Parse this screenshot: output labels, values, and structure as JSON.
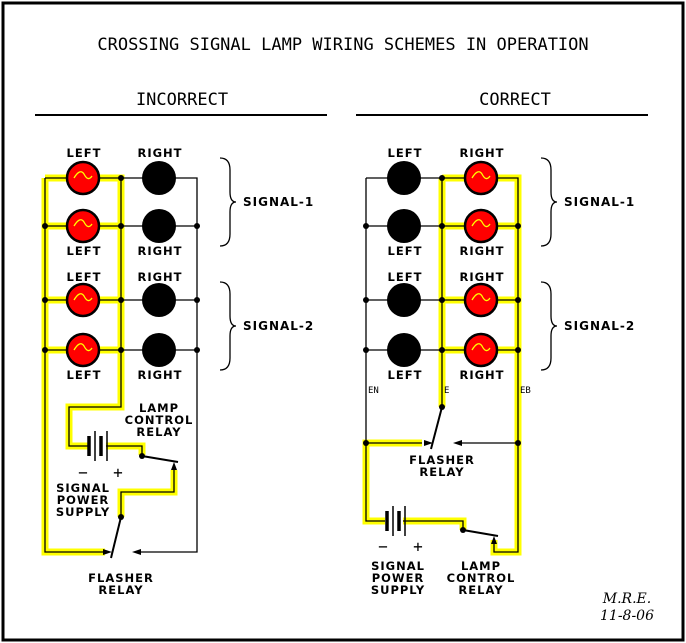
{
  "title": "CROSSING SIGNAL LAMP WIRING SCHEMES IN OPERATION",
  "colors": {
    "lit_lamp": "#ff0000",
    "dark_lamp": "#000000",
    "energized_wire": "#ffff00",
    "wire": "#000000",
    "background": "#ffffff"
  },
  "panels": [
    {
      "heading": "INCORRECT",
      "lamp_labels_top": [
        "LEFT",
        "RIGHT"
      ],
      "lamp_labels_mid": [
        "LEFT",
        "RIGHT"
      ],
      "lamp_labels_mid2": [
        "LEFT",
        "RIGHT"
      ],
      "lamp_labels_bottom": [
        "LEFT",
        "RIGHT"
      ],
      "lit_side": "LEFT",
      "signals": [
        "SIGNAL-1",
        "SIGNAL-2"
      ],
      "power_supply": {
        "line1": "SIGNAL",
        "line2": "POWER",
        "line3": "SUPPLY",
        "minus": "−",
        "plus": "+"
      },
      "lamp_control_relay": {
        "line1": "LAMP",
        "line2": "CONTROL",
        "line3": "RELAY"
      },
      "flasher_relay": {
        "line1": "FLASHER",
        "line2": "RELAY"
      }
    },
    {
      "heading": "CORRECT",
      "lamp_labels_top": [
        "LEFT",
        "RIGHT"
      ],
      "lamp_labels_mid": [
        "LEFT",
        "RIGHT"
      ],
      "lamp_labels_mid2": [
        "LEFT",
        "RIGHT"
      ],
      "lamp_labels_bottom": [
        "LEFT",
        "RIGHT"
      ],
      "lit_side": "RIGHT",
      "signals": [
        "SIGNAL-1",
        "SIGNAL-2"
      ],
      "terminal_tags": [
        "EN",
        "E",
        "EB"
      ],
      "power_supply": {
        "line1": "SIGNAL",
        "line2": "POWER",
        "line3": "SUPPLY",
        "minus": "−",
        "plus": "+"
      },
      "lamp_control_relay": {
        "line1": "LAMP",
        "line2": "CONTROL",
        "line3": "RELAY"
      },
      "flasher_relay": {
        "line1": "FLASHER",
        "line2": "RELAY"
      }
    }
  ],
  "signature": {
    "initials": "M.R.E.",
    "date": "11-8-06"
  }
}
